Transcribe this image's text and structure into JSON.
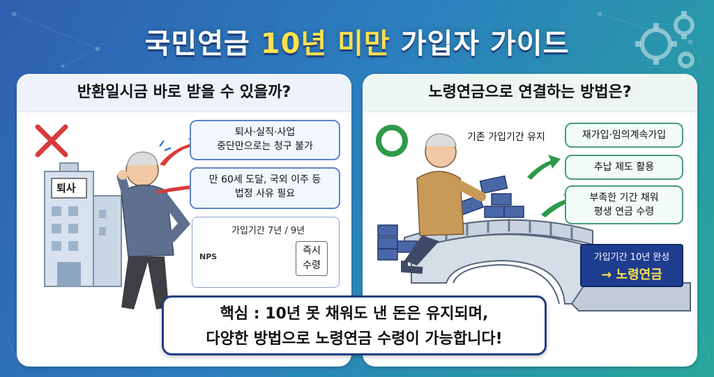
{
  "title": {
    "part1": "국민연금 ",
    "highlight": "10년 미만",
    "part2": " 가입자 가이드"
  },
  "left_panel": {
    "heading": "반환일시금 바로 받을 수 있을까?",
    "building_sign": "퇴사",
    "bubble1": {
      "line1": "퇴사·실직·사업",
      "line2": "중단만으로는 청구 불가"
    },
    "bubble2": {
      "line1": "만 60세 도달, 국외 이주 등",
      "line2": "법정 사유 필요"
    },
    "nps": {
      "period_label": "가입기간 7년 / 9년",
      "logo": "NPS",
      "note_line1": "즉시",
      "note_line2": "수령"
    }
  },
  "right_panel": {
    "heading": "노령연금으로 연결하는 방법은?",
    "existing_label": "기존 가입기간 유지",
    "bubble1": "재가입·임의계속가입",
    "bubble2": "추납 제도 활용",
    "bubble3": {
      "line1": "부족한 기간 채워",
      "line2": "평생 연금 수령"
    },
    "result": {
      "line1": "가입기간 10년 완성",
      "line2": "→ 노령연금"
    }
  },
  "summary": {
    "line1": "핵심 : 10년 못 채워도 낸 돈은 유지되며,",
    "line2": "다양한 방법으로 노령연금 수령이 가능합니다!"
  },
  "colors": {
    "accent_yellow": "#ffe14d",
    "navy": "#1e3d8f",
    "wrong_red": "#d93a3a",
    "ok_green": "#2f9a4a"
  }
}
